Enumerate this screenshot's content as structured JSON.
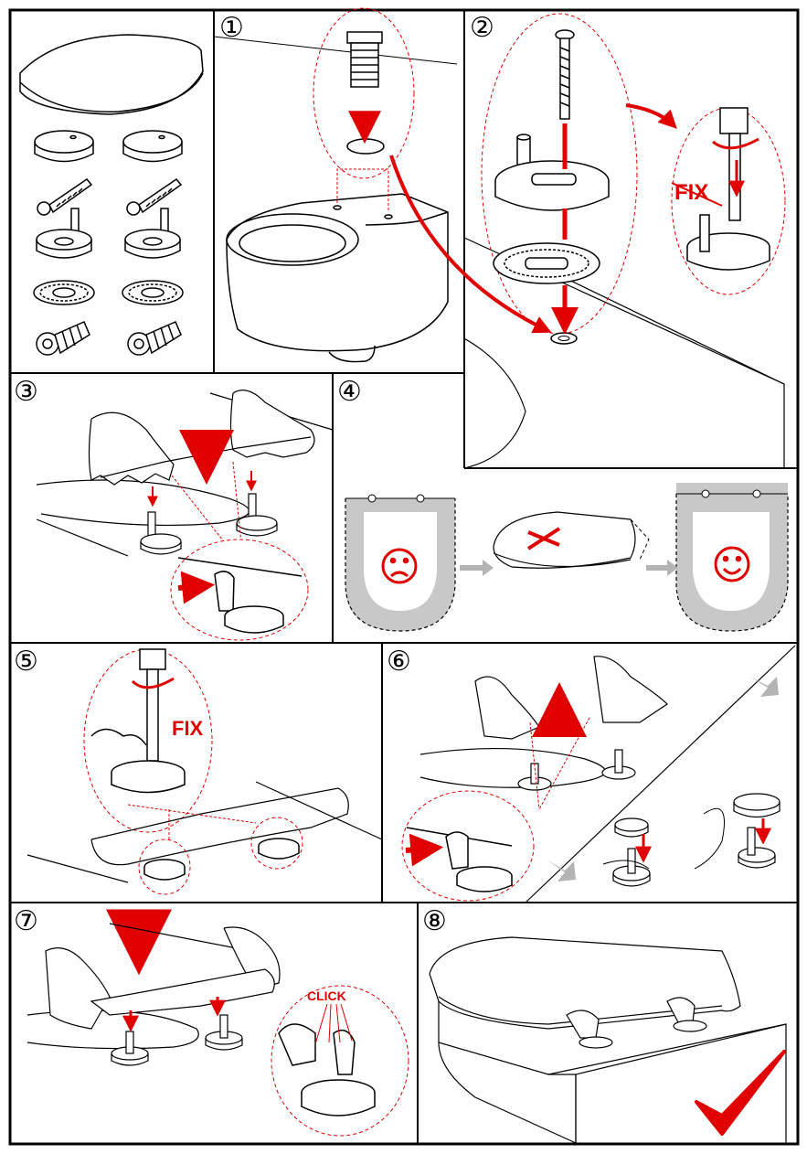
{
  "steps": {
    "s1": "①",
    "s2": "②",
    "s3": "③",
    "s4": "④",
    "s5": "⑤",
    "s6": "⑥",
    "s7": "⑦",
    "s8": "⑧"
  },
  "labels": {
    "fix_crossed": "FIX",
    "fix": "FIX",
    "click": "CLICK"
  },
  "colors": {
    "accent": "#e00000",
    "line": "#000000",
    "shade": "#c8c8c8",
    "arrow_grey": "#b4b4b4"
  },
  "icons": [
    "sad-face-icon",
    "happy-face-icon",
    "checkmark-icon",
    "red-cross-icon",
    "rotate-arrow-icon"
  ]
}
